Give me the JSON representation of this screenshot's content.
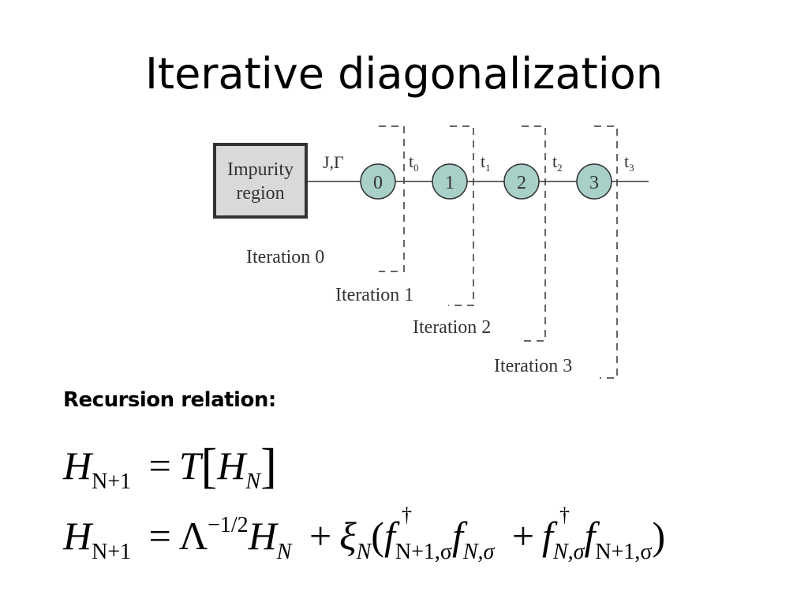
{
  "slide": {
    "title": "Iterative diagonalization",
    "subtitle": "Recursion relation:"
  },
  "diagram": {
    "impurity_line1": "Impurity",
    "impurity_line2": "region",
    "coupling_label": "J,Γ",
    "sites": [
      "0",
      "1",
      "2",
      "3"
    ],
    "hoppings": [
      "t",
      "t",
      "t",
      "t"
    ],
    "hopping_indices": [
      "0",
      "1",
      "2",
      "3"
    ],
    "iterations": [
      "Iteration 0",
      "Iteration 1",
      "Iteration 2",
      "Iteration 3"
    ],
    "colors": {
      "site_fill": "#a9cfc9",
      "box_fill": "#d9d9d9",
      "box_stroke": "#333333"
    }
  },
  "equations": {
    "eq1": {
      "H": "H",
      "sub_N1": "N+1",
      "eq": "=",
      "T": "T",
      "lb": "[",
      "rb": "]",
      "sub_N": "N"
    },
    "eq2": {
      "H": "H",
      "sub_N1": "N+1",
      "eq": "=",
      "Lambda": "Λ",
      "sup": "−1/2",
      "H2": "H",
      "sub_N": "N",
      "plus": "+",
      "xi": "ξ",
      "sub_xi": "N",
      "lp": "(",
      "f": "f",
      "dag": "†",
      "sub_a": "N+1,σ",
      "sub_b": "N,σ",
      "sub_c": "N,σ",
      "sub_d": "N+1,σ",
      "rp": ")"
    }
  }
}
